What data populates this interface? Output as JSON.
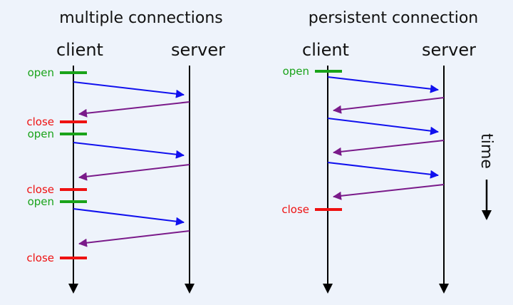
{
  "colors": {
    "background": "#eef3fb",
    "timeline": "#000000",
    "open": "#1aa31a",
    "close": "#ee1111",
    "request": "#1010ee",
    "response": "#7a1a8a"
  },
  "left": {
    "title": "multiple connections",
    "client_label": "client",
    "server_label": "server",
    "markers": [
      {
        "kind": "open",
        "text": "open"
      },
      {
        "kind": "close",
        "text": "close"
      },
      {
        "kind": "open",
        "text": "open"
      },
      {
        "kind": "close",
        "text": "close"
      },
      {
        "kind": "open",
        "text": "open"
      },
      {
        "kind": "close",
        "text": "close"
      }
    ]
  },
  "right": {
    "title": "persistent connection",
    "client_label": "client",
    "server_label": "server",
    "markers": [
      {
        "kind": "open",
        "text": "open"
      },
      {
        "kind": "close",
        "text": "close"
      }
    ]
  },
  "time_label": "time"
}
